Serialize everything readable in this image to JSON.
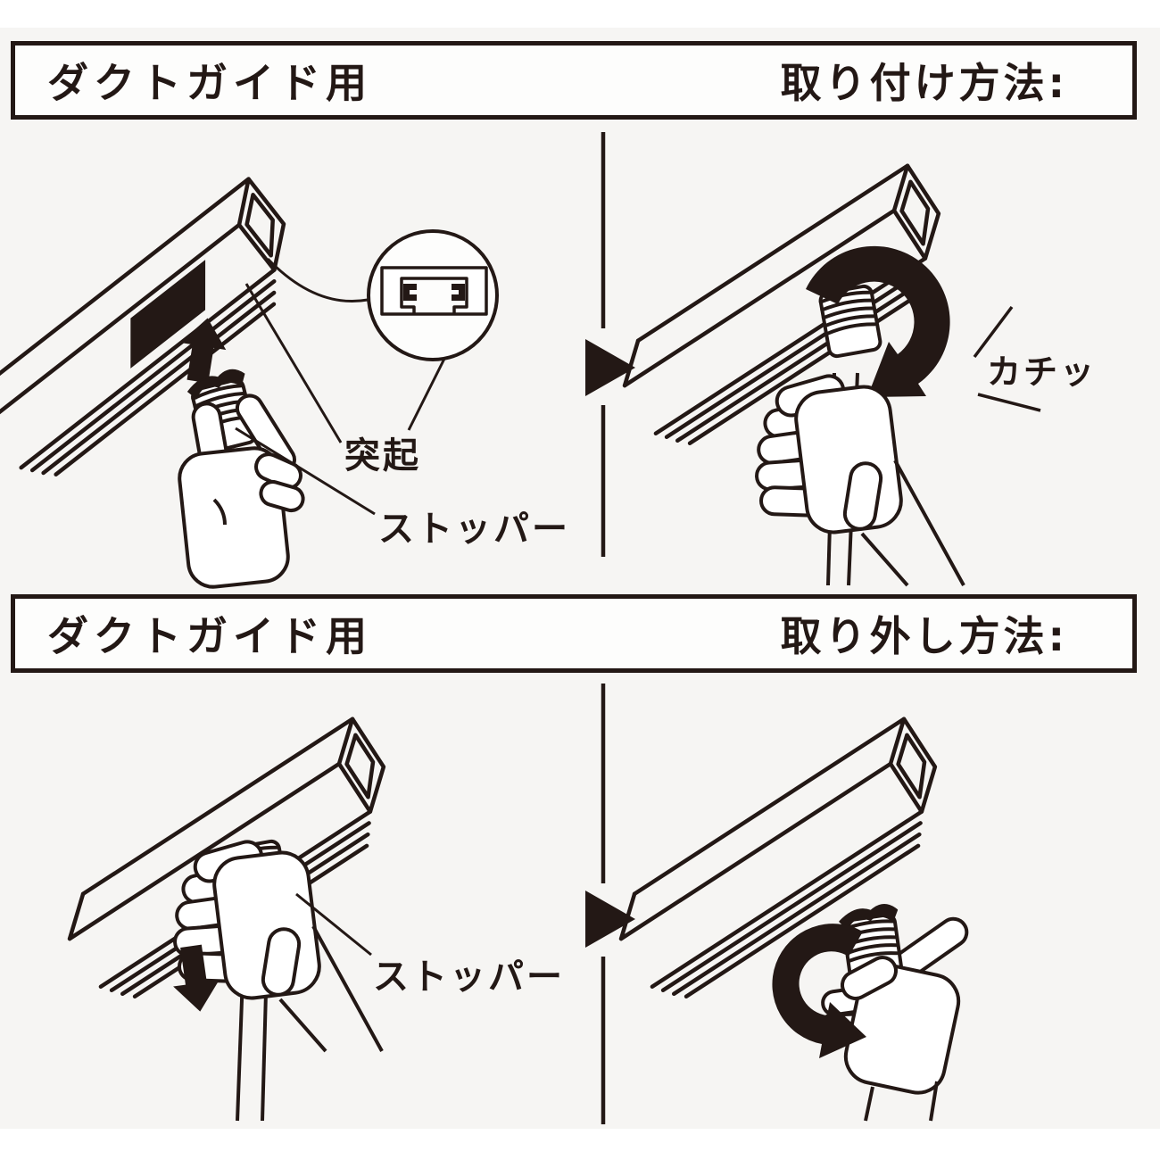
{
  "page": {
    "background_color": "#f6f5f3",
    "ink_color": "#231815",
    "description": "Two-step installation and removal instructions for a lighting-duct (track rail) stopper"
  },
  "panels": [
    {
      "id": "install",
      "header_left": "ダクトガイド用",
      "header_right": "取り付け方法:",
      "labels": {
        "protrusion": "突起",
        "stopper": "ストッパー",
        "click_sfx": "カチッ"
      },
      "steps": [
        "Push the stopper up into the duct slot (black arrow up, detail circle shows rail cross-section with protrusions)",
        "Twist clockwise until it clicks (カチッ)"
      ]
    },
    {
      "id": "remove",
      "header_left": "ダクトガイド用",
      "header_right": "取り外し方法:",
      "labels": {
        "stopper": "ストッパー"
      },
      "steps": [
        "Grip the stopper and pull down (black arrow down)",
        "Twist counter-clockwise to release"
      ]
    }
  ]
}
